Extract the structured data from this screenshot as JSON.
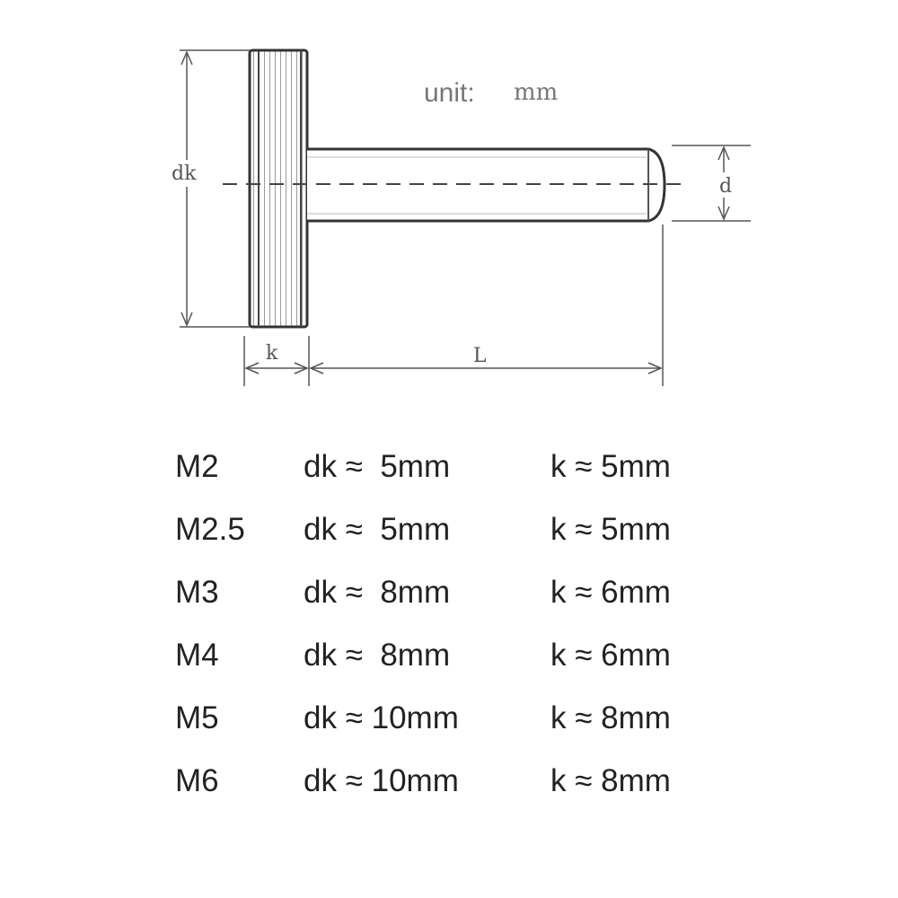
{
  "diagram": {
    "unit_label": "unit:",
    "unit_value": "mm",
    "labels": {
      "dk": "dk",
      "d": "d",
      "k": "k",
      "L": "L"
    }
  },
  "specs": {
    "rows": [
      {
        "size": "M2",
        "dk": "dk ≈  5mm",
        "k": "k ≈ 5mm"
      },
      {
        "size": "M2.5",
        "dk": "dk ≈  5mm",
        "k": "k ≈ 5mm"
      },
      {
        "size": "M3",
        "dk": "dk ≈  8mm",
        "k": "k ≈ 6mm"
      },
      {
        "size": "M4",
        "dk": "dk ≈  8mm",
        "k": "k ≈ 6mm"
      },
      {
        "size": "M5",
        "dk": "dk ≈ 10mm",
        "k": "k ≈ 8mm"
      },
      {
        "size": "M6",
        "dk": "dk ≈ 10mm",
        "k": "k ≈ 8mm"
      }
    ]
  }
}
